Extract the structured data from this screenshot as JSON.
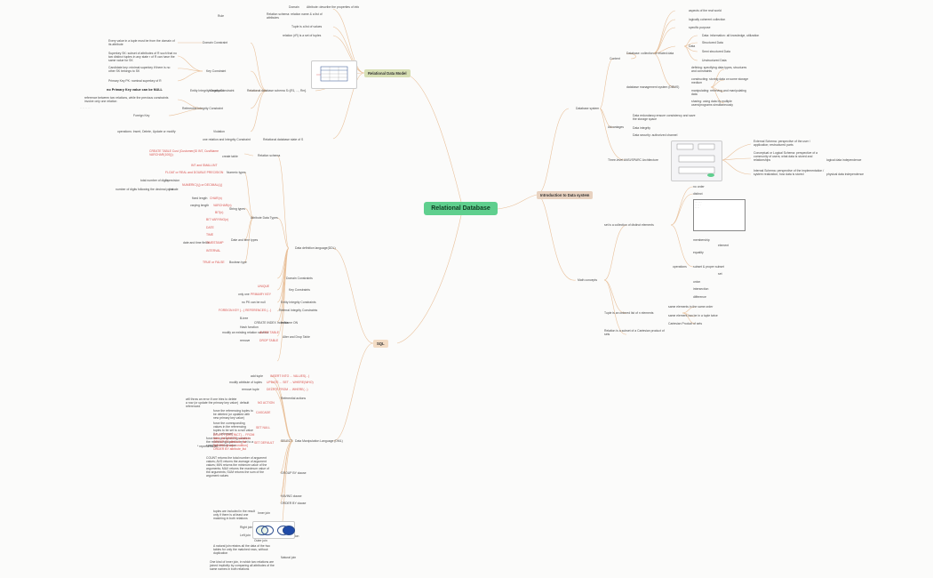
{
  "root": "Relational Database",
  "rdm": {
    "title": "Relational Data Model",
    "domain_label": "Domain",
    "domain_desc": "Attribute: describe the properties of info",
    "rule_label": "Rule",
    "rel_desc": "Relation schema: relation name & a list of attributes",
    "tuple": "Tuple is a list of values",
    "relation_set": "relation (rR) is a set of tuples",
    "domain_c": "Domain Constraint",
    "domain_c_desc": "Every value in a tuple must be from the domain of its attribute",
    "key_c": "Key Constraint",
    "superkey": "Superkey SK: subset of attributes of R such that no two distinct tuples in any state r of R can have the same value for SK",
    "candkey": "Candidate key: minimal superkey if there is no other SK belongs to SK",
    "pk": "Primary Key PK: nominal superkey of R",
    "entity_c": "Entity Integrity Constraint",
    "pk_null": "no Primary Key value can be NULL",
    "ref_c": "Referential Integrity Constraint",
    "ref_desc": "reference between two relations, while the previous constraints involve only one relation",
    "fk": "Foreign Key",
    "integrity": "Integrity Constraint",
    "rel_schema": "Relational database schema S={R1, ..., Rm}",
    "violation": "Violation",
    "ops": "operations: Insert, Delete, Update or modify",
    "rel_state": "Relational database state of S",
    "rel_state_desc": "one relation and Integrity Constraint"
  },
  "intro": {
    "title": "Introduction to Data system",
    "db_system": "Database system",
    "content": "Content",
    "database": "Database: collection of related data",
    "aspects": "aspects of the real world",
    "logical": "logically coherent collection",
    "purpose": "specific purpose",
    "data": "Data",
    "info": "Data: information: all knowledge, utilization",
    "structured": "Structured Data",
    "semi": "Semi structured Data",
    "unstructured": "Unstructured Data",
    "dbms": "database management system (DBMS)",
    "defining": "defining: specifying data types, structures and constraints",
    "constructing": "constructing: storing data on some storage medium",
    "manipulating": "manipulating: retrieving and manipulating data",
    "sharing": "sharing: using data by multiple users/programs simultaneously",
    "advantages": "Advantages",
    "adv1": "Data redundancy:ensure consistency and save the storage space",
    "adv2": "Data integrity",
    "adv3": "Data security: authorized channel",
    "three": "Three-level ANSI/SPARC Architecture",
    "external": "External Schema: perspective of the user / application; restructured parts",
    "conceptual": "Conceptual or Logical Schema: perspective of a community of users; what data is stored and relationships",
    "logical_ind": "logical data independence",
    "internal": "Internal Schema: perspective of the implementation / system realization; how data is stored",
    "physical_ind": "physical data independence",
    "math": "Math concepts",
    "set": "set is a collection of distinct elements",
    "no_order": "no order",
    "distinct": "distinct",
    "membership": "membership",
    "element": "element",
    "equality": "equality",
    "operations": "operations",
    "subset": "subset & proper subset",
    "set_label": "set",
    "union": "union",
    "intersection": "intersection",
    "difference": "difference",
    "tuple_seq": "Tuple is an ordered list of n elements",
    "same_order": "same elements in the same order",
    "same_twice": "same element can be in a tuple twice",
    "cartesian": "Cartesian Product of sets",
    "relation_sub": "Relation is a subset of a Cartesian product of sets"
  },
  "sql": {
    "title": "SQL",
    "ddl": "Data definition language(DDL)",
    "rel_schema": "Relation schema",
    "create_table": "create table",
    "create_code": "CREATE TABLE Cust (Customer(ID INT, CustName VARCHAR(100)));",
    "attr_types": "Attribute Data Types",
    "numeric": "Numeric types",
    "int_small": "INT and SMALLINT",
    "float_real": "FLOAT or REAL and DOUBLE PRECISION",
    "total_digits": "total number of digits",
    "precision": "i: precision",
    "numeric_t": "NUMERIC(i,j) or DECIMAL(i,j)",
    "scale_desc": "number of digits following the decimal point",
    "scale": "j: scale",
    "string": "String types",
    "fixed": "fixed length",
    "char": "CHAR(n)",
    "varying": "varying length",
    "varchar": "VARCHAR(n)",
    "bit": "BIT(n)",
    "bitvar": "BIT VARYING(n)",
    "datetime": "Date and time types",
    "date": "DATE",
    "time": "TIME",
    "timestamp": "TIMESTAMP",
    "interval": "INTERVAL",
    "date_fields": "date and time fields",
    "boolean": "Boolean type",
    "bool_vals": "TRUE or FALSE",
    "domain_c": "Domain Constraints",
    "key_c": "Key Constraints",
    "unique": "UNIQUE",
    "only_one": "only one",
    "primary": "PRIMARY KEY",
    "entity_c": "Entity Integrity Constraints",
    "no_null": "no PK can be null",
    "ref_c": "Referral Integrity Constraints",
    "foreign": "FOREIGN KEY (...) REFERENCES (...)",
    "btree": "B-tree",
    "hash": "Hash function",
    "index": "Index",
    "create_index": "CREATE INDEX IndexName ON",
    "alter_drop": "Alter and Drop Table",
    "modify": "modify an existing relation schema",
    "alter": "ALTER TABLE",
    "remove": "remove",
    "drop": "DROP TABLE",
    "dml": "Data Manipulation Language (DML)",
    "add_tuple": "add tuple",
    "insert": "INSERT INTO ... VALUES(...)",
    "modify_attr": "modify attribute of tuples",
    "update": "UPDATE ... SET ... WHERE(WHO)",
    "remove_tuple": "remove tuple",
    "delete": "DELETE FROM ... WHERE(...)",
    "ref_actions": "Referential actions",
    "default": "default",
    "no_action": "NO ACTION",
    "no_action_desc": "will throw an error if one tries to delete a row (or update the primary key value) referenced",
    "cascade": "CASCADE",
    "cascade_desc": "force the referencing tuples to be deleted (or updated with new primary key value)",
    "set_null": "SET NULL",
    "set_null_desc": "force the corresponding values in the referencing tuples to be set to a null value (i.e., unknown)",
    "set_default": "SET DEFAULT",
    "set_default_desc": "force the corresponding values in the referencing tuples to be set to a specified default value",
    "select": "SELECT",
    "star": "* represents all",
    "select_code": "SELECT [DISTINCT] ... FROM table_list WHERE condition GROUP BY attribute_list [HAVING group condition] ORDER BY attribute_list",
    "group_by": "GROUP BY clause",
    "agg_desc": "COUNT returns the total number of argument values; AVG returns the average of argument values; MIN returns the minimum value of the arguments; MAX returns the maximum value of the arguments; SUM returns the sum of the argument values",
    "having": "HAVING clause",
    "order_by": "ORDER BY clause",
    "join": "join operation",
    "inner": "Inner join",
    "inner_desc": "tuples are included in the result only if there is at least one matching in both relations",
    "outer": "Outer join",
    "right": "Right join",
    "left": "Left join",
    "natural": "Natural join",
    "natural_desc1": "A natural join retains all the data of the two tables for only the matched rows, without duplication",
    "natural_desc2": "One kind of inner join, in which two relations are joined implicitly by comparing all attributes of the same names in both relations"
  },
  "colors": {
    "root": "#5fcf8e",
    "rdm": "#d7dfb4",
    "intro": "#e8d2c0",
    "sql": "#f3dcc4",
    "code": "#d9534f"
  }
}
